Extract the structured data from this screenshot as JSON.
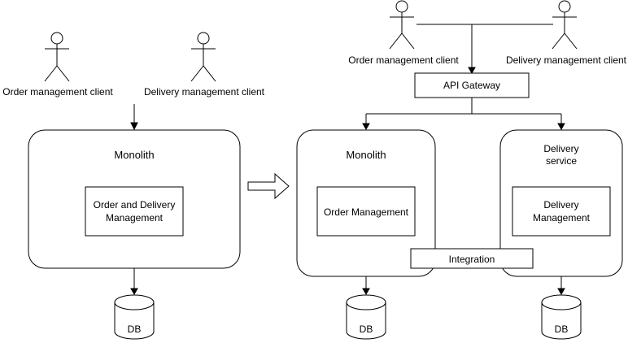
{
  "before": {
    "actors": {
      "order": "Order management client",
      "delivery": "Delivery management client"
    },
    "monolith": {
      "title": "Monolith",
      "component_line1": "Order and Delivery",
      "component_line2": "Management"
    },
    "db": "DB"
  },
  "after": {
    "actors": {
      "order": "Order management client",
      "delivery": "Delivery management client"
    },
    "gateway": "API Gateway",
    "monolith": {
      "title": "Monolith",
      "component": "Order Management"
    },
    "delivery_service": {
      "title_line1": "Delivery",
      "title_line2": "service",
      "component_line1": "Delivery",
      "component_line2": "Management"
    },
    "integration": "Integration",
    "db_monolith": "DB",
    "db_delivery": "DB"
  }
}
